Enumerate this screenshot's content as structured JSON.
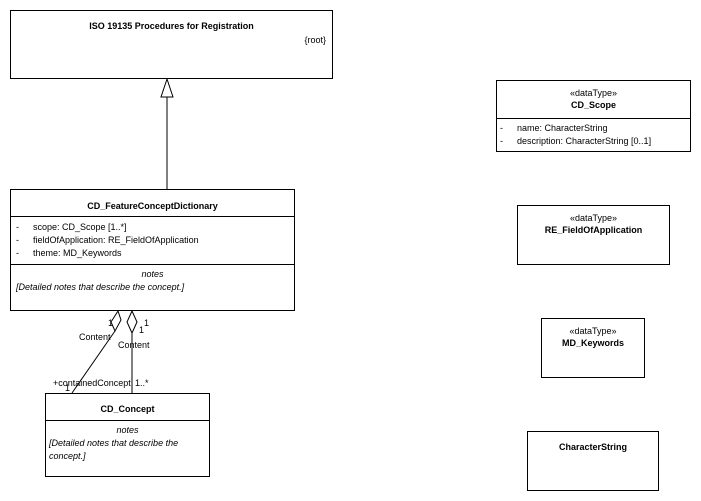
{
  "root_class": {
    "name": "ISO 19135 Procedures for Registration",
    "tag": "{root}"
  },
  "feature_concept_dictionary": {
    "name": "CD_FeatureConceptDictionary",
    "attributes": [
      {
        "marker": "-",
        "text": "scope: CD_Scope [1..*]"
      },
      {
        "marker": "-",
        "text": "fieldOfApplication: RE_FieldOfApplication"
      },
      {
        "marker": "-",
        "text": "theme: MD_Keywords"
      }
    ],
    "notes_label": "notes",
    "notes_text": "[Detailed notes that describe the concept.]"
  },
  "concept": {
    "name": "CD_Concept",
    "notes_label": "notes",
    "notes_line1": "[Detailed notes that describe the",
    "notes_line2": "concept.]"
  },
  "scope": {
    "stereotype": "«dataType»",
    "name": "CD_Scope",
    "attributes": [
      {
        "marker": "-",
        "text": "name: CharacterString"
      },
      {
        "marker": "-",
        "text": "description: CharacterString [0..1]"
      }
    ]
  },
  "field_of_application": {
    "stereotype": "«dataType»",
    "name": "RE_FieldOfApplication"
  },
  "keywords": {
    "stereotype": "«dataType»",
    "name": "MD_Keywords"
  },
  "character_string": {
    "name": "CharacterString"
  },
  "associations": {
    "content_label_left": "Content",
    "content_label_right": "Content",
    "source_mult_left": "1",
    "source_mult_right_a": "1",
    "source_mult_right_b": "1",
    "role_contained": "+containedConcept",
    "target_mult_left": "1",
    "target_mult_right": "1..*"
  }
}
